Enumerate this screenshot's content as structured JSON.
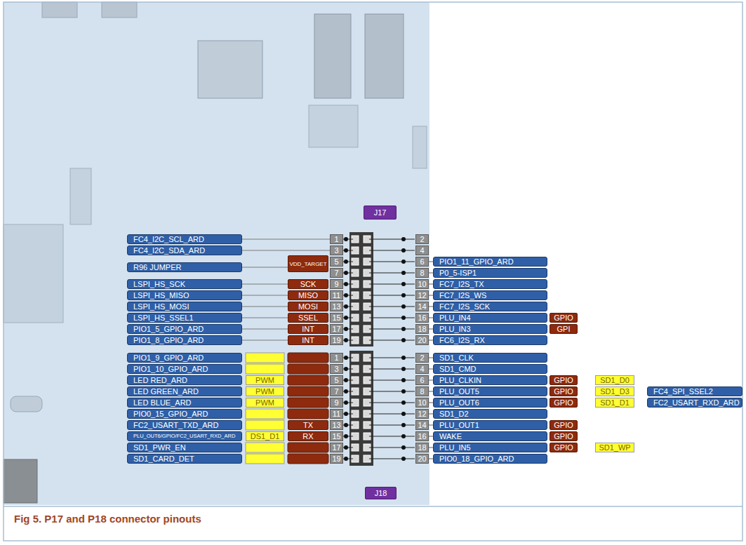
{
  "diagram": {
    "caption": "Fig 5. P17 and P18 connector pinouts",
    "nodes": [
      {
        "text": [
          "J17"
        ]
      },
      {
        "text": [
          "FC4_I2C_SCL_ARD"
        ]
      },
      {
        "text": [
          "1"
        ]
      },
      {
        "text": [
          "2"
        ]
      },
      {
        "text": [
          "FC4_I2C_SDA_ARD"
        ]
      },
      {
        "text": [
          "3"
        ]
      },
      {
        "text": [
          "4"
        ]
      },
      {
        "text": [
          "R96 JUMPER"
        ]
      },
      {
        "text": [
          "VDD_TARGET"
        ]
      },
      {
        "text": [
          "5"
        ]
      },
      {
        "text": [
          "6"
        ]
      },
      {
        "text": [
          "PIO1_11_GPIO_ARD"
        ]
      },
      {
        "text": [
          "7"
        ]
      },
      {
        "text": [
          "8"
        ]
      },
      {
        "text": [
          "P0_5-ISP1"
        ]
      },
      {
        "text": [
          "LSPI_HS_SCK"
        ]
      },
      {
        "text": [
          "SCK"
        ]
      },
      {
        "text": [
          "9"
        ]
      },
      {
        "text": [
          "10"
        ]
      },
      {
        "text": [
          "FC7_I2S_TX"
        ]
      },
      {
        "text": [
          "LSPI_HS_MISO"
        ]
      },
      {
        "text": [
          "MISO"
        ]
      },
      {
        "text": [
          "11"
        ]
      },
      {
        "text": [
          "12"
        ]
      },
      {
        "text": [
          "FC7_I2S_WS"
        ]
      },
      {
        "text": [
          "LSPI_HS_MOSI"
        ]
      },
      {
        "text": [
          "MOSI"
        ]
      },
      {
        "text": [
          "13"
        ]
      },
      {
        "text": [
          "14"
        ]
      },
      {
        "text": [
          "FC7_I2S_SCK"
        ]
      },
      {
        "text": [
          "LSPI_HS_SSEL1"
        ]
      },
      {
        "text": [
          "SSEL"
        ]
      },
      {
        "text": [
          "15"
        ]
      },
      {
        "text": [
          "16"
        ]
      },
      {
        "text": [
          "PLU_IN4"
        ]
      },
      {
        "text": [
          "GPIO"
        ]
      },
      {
        "text": [
          "PIO1_5_GPIO_ARD"
        ]
      },
      {
        "text": [
          "INT"
        ]
      },
      {
        "text": [
          "17"
        ]
      },
      {
        "text": [
          "18"
        ]
      },
      {
        "text": [
          "PLU_IN3"
        ]
      },
      {
        "text": [
          "GPI"
        ]
      },
      {
        "text": [
          "PIO1_8_GPIO_ARD"
        ]
      },
      {
        "text": [
          "INT"
        ]
      },
      {
        "text": [
          "19"
        ]
      },
      {
        "text": [
          "20"
        ]
      },
      {
        "text": [
          "FC6_I2S_RX"
        ]
      },
      {
        "text": [
          "PIO1_9_GPIO_ARD"
        ]
      },
      {
        "text": [
          "1"
        ]
      },
      {
        "text": [
          "2"
        ]
      },
      {
        "text": [
          "SD1_CLK"
        ]
      },
      {
        "text": [
          "PIO1_10_GPIO_ARD"
        ]
      },
      {
        "text": [
          "3"
        ]
      },
      {
        "text": [
          "4"
        ]
      },
      {
        "text": [
          "SD1_CMD"
        ]
      },
      {
        "text": [
          "LED RED_ARD"
        ]
      },
      {
        "text": [
          "PWM"
        ]
      },
      {
        "text": [
          "5"
        ]
      },
      {
        "text": [
          "6"
        ]
      },
      {
        "text": [
          "PLU_CLKIN"
        ]
      },
      {
        "text": [
          "GPIO"
        ]
      },
      {
        "text": [
          "SD1_D0"
        ]
      },
      {
        "text": [
          "LED GREEN_ARD"
        ]
      },
      {
        "text": [
          "PWM"
        ]
      },
      {
        "text": [
          "7"
        ]
      },
      {
        "text": [
          "8"
        ]
      },
      {
        "text": [
          "PLU_OUT5"
        ]
      },
      {
        "text": [
          "GPIO"
        ]
      },
      {
        "text": [
          "SD1_D3"
        ]
      },
      {
        "text": [
          "FC4_SPI_SSEL2"
        ]
      },
      {
        "text": [
          "LED BLUE_ARD"
        ]
      },
      {
        "text": [
          "PWM"
        ]
      },
      {
        "text": [
          "9"
        ]
      },
      {
        "text": [
          "10"
        ]
      },
      {
        "text": [
          "PLU_OUT6"
        ]
      },
      {
        "text": [
          "GPIO"
        ]
      },
      {
        "text": [
          "SD1_D1"
        ]
      },
      {
        "text": [
          "FC2_USART_RXD_ARD"
        ]
      },
      {
        "text": [
          "PIO0_15_GPIO_ARD"
        ]
      },
      {
        "text": [
          "11"
        ]
      },
      {
        "text": [
          "12"
        ]
      },
      {
        "text": [
          "SD1_D2"
        ]
      },
      {
        "text": [
          "FC2_USART_TXD_ARD"
        ]
      },
      {
        "text": [
          "TX"
        ]
      },
      {
        "text": [
          "13"
        ]
      },
      {
        "text": [
          "14"
        ]
      },
      {
        "text": [
          "PLU_OUT1"
        ]
      },
      {
        "text": [
          "GPIO"
        ]
      },
      {
        "text": [
          "PLU_OUT6/GPIO/FC2_USART_RXD_ARD"
        ]
      },
      {
        "text": [
          "DS1_D1"
        ]
      },
      {
        "text": [
          "RX"
        ]
      },
      {
        "text": [
          "15"
        ]
      },
      {
        "text": [
          "16"
        ]
      },
      {
        "text": [
          "WAKE"
        ]
      },
      {
        "text": [
          "GPIO"
        ]
      },
      {
        "text": [
          "SD1_PWR_EN"
        ]
      },
      {
        "text": [
          "17"
        ]
      },
      {
        "text": [
          "18"
        ]
      },
      {
        "text": [
          "PLU_IN5"
        ]
      },
      {
        "text": [
          "GPIO"
        ]
      },
      {
        "text": [
          "SD1_WP"
        ]
      },
      {
        "text": [
          "SD1_CARD_DET"
        ]
      },
      {
        "text": [
          "19"
        ]
      },
      {
        "text": [
          "20"
        ]
      },
      {
        "text": [
          "PIO0_18_GPIO_ARD"
        ]
      },
      {
        "text": [
          "J18"
        ]
      }
    ],
    "edges": [
      {
        "from": 1,
        "to": 2,
        "arrow": "none"
      },
      {
        "from": 4,
        "to": 5,
        "arrow": "none"
      },
      {
        "from": 7,
        "to": 8,
        "arrow": "none"
      },
      {
        "from": 15,
        "to": 16,
        "arrow": "none"
      },
      {
        "from": 20,
        "to": 21,
        "arrow": "none"
      },
      {
        "from": 25,
        "to": 26,
        "arrow": "none"
      },
      {
        "from": 30,
        "to": 31,
        "arrow": "none"
      },
      {
        "from": 36,
        "to": 37,
        "arrow": "none"
      },
      {
        "from": 42,
        "to": 43,
        "arrow": "none"
      },
      {
        "from": 10,
        "to": 11,
        "arrow": "none"
      },
      {
        "from": 13,
        "to": 14,
        "arrow": "none"
      },
      {
        "from": 18,
        "to": 19,
        "arrow": "none"
      },
      {
        "from": 23,
        "to": 24,
        "arrow": "none"
      },
      {
        "from": 28,
        "to": 29,
        "arrow": "none"
      },
      {
        "from": 33,
        "to": 34,
        "arrow": "none"
      },
      {
        "from": 39,
        "to": 40,
        "arrow": "none"
      },
      {
        "from": 45,
        "to": 46,
        "arrow": "none"
      },
      {
        "from": 49,
        "to": 50,
        "arrow": "none"
      },
      {
        "from": 53,
        "to": 54,
        "arrow": "none"
      },
      {
        "from": 58,
        "to": 59,
        "arrow": "none"
      },
      {
        "from": 65,
        "to": 66,
        "arrow": "none"
      },
      {
        "from": 73,
        "to": 74,
        "arrow": "none"
      },
      {
        "from": 80,
        "to": 81,
        "arrow": "none"
      },
      {
        "from": 85,
        "to": 86,
        "arrow": "none"
      },
      {
        "from": 92,
        "to": 93,
        "arrow": "none"
      },
      {
        "from": 97,
        "to": 98,
        "arrow": "none"
      },
      {
        "from": 103,
        "to": 104,
        "arrow": "none"
      }
    ]
  }
}
